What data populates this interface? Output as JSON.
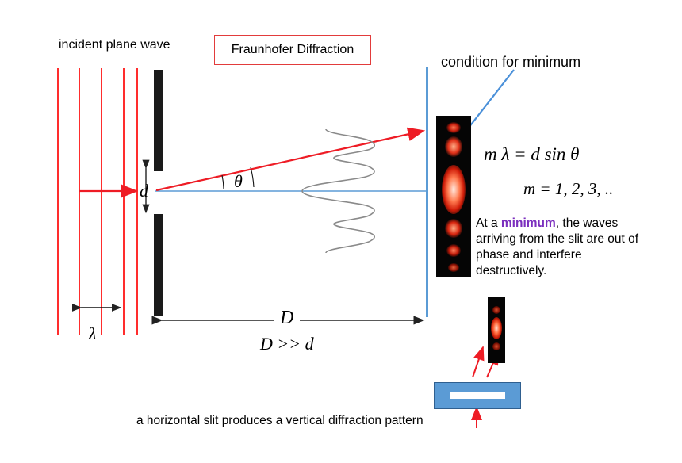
{
  "title_box": {
    "label": "Fraunhofer Diffraction",
    "border_color": "#e23b3b"
  },
  "labels": {
    "incident_plane_wave": "incident plane wave",
    "condition_for_minimum": "condition for minimum",
    "lambda": "λ",
    "slit_width": "d",
    "theta": "θ",
    "distance_D": "D",
    "D_much_greater_d": "D >> d",
    "caption": "a horizontal slit produces a vertical diffraction pattern"
  },
  "equations": {
    "minimum_condition": "m λ = d sin θ",
    "orders": "m = 1, 2, 3, .."
  },
  "paragraph": {
    "before": "At a ",
    "highlight": "minimum",
    "highlight_color": "#7b2fbe",
    "after": ", the waves arriving from the slit are out of phase and interfere destructively."
  },
  "colors": {
    "wave_red": "#ff2d2d",
    "screen_blue": "#5b9bd5",
    "barrier_black": "#1a1a1a",
    "curve_gray": "#808080",
    "arrow_red": "#ee1c25",
    "arrow_blue": "#4a90d9"
  },
  "diagram": {
    "wavefront_count": 5,
    "photo_panel_main": "vertical diffraction pattern with bright central maximum",
    "photo_panel_small": "single bright spot pattern"
  }
}
